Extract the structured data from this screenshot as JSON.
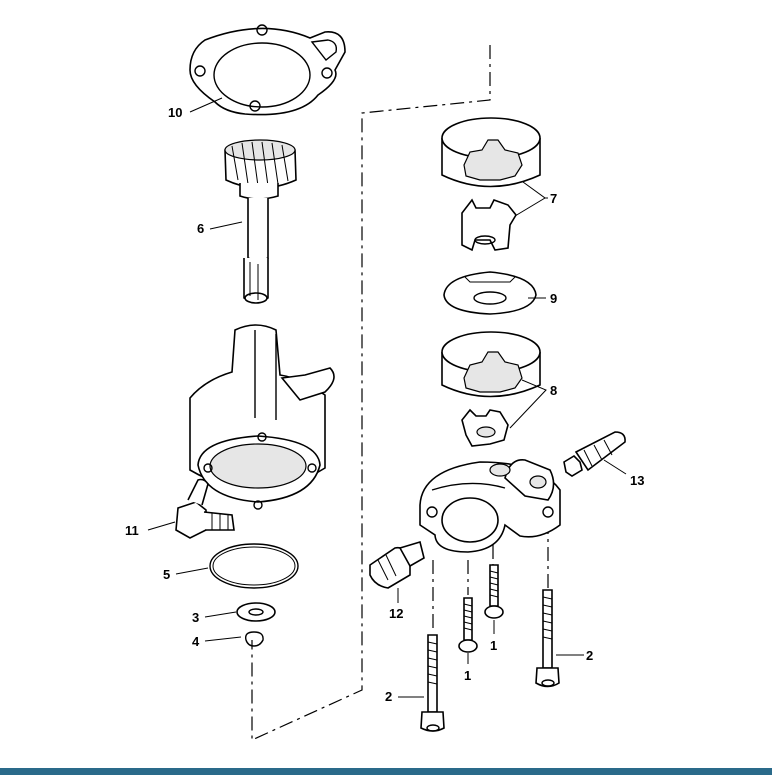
{
  "diagram": {
    "callouts": {
      "c1a": "1",
      "c1b": "1",
      "c2a": "2",
      "c2b": "2",
      "c3": "3",
      "c4": "4",
      "c5": "5",
      "c6": "6",
      "c7": "7",
      "c8": "8",
      "c9": "9",
      "c10": "10",
      "c11": "11",
      "c12": "12",
      "c13": "13"
    }
  },
  "colors": {
    "line": "#000000",
    "background": "#ffffff",
    "bottom_bar": "#2a6a8a"
  }
}
